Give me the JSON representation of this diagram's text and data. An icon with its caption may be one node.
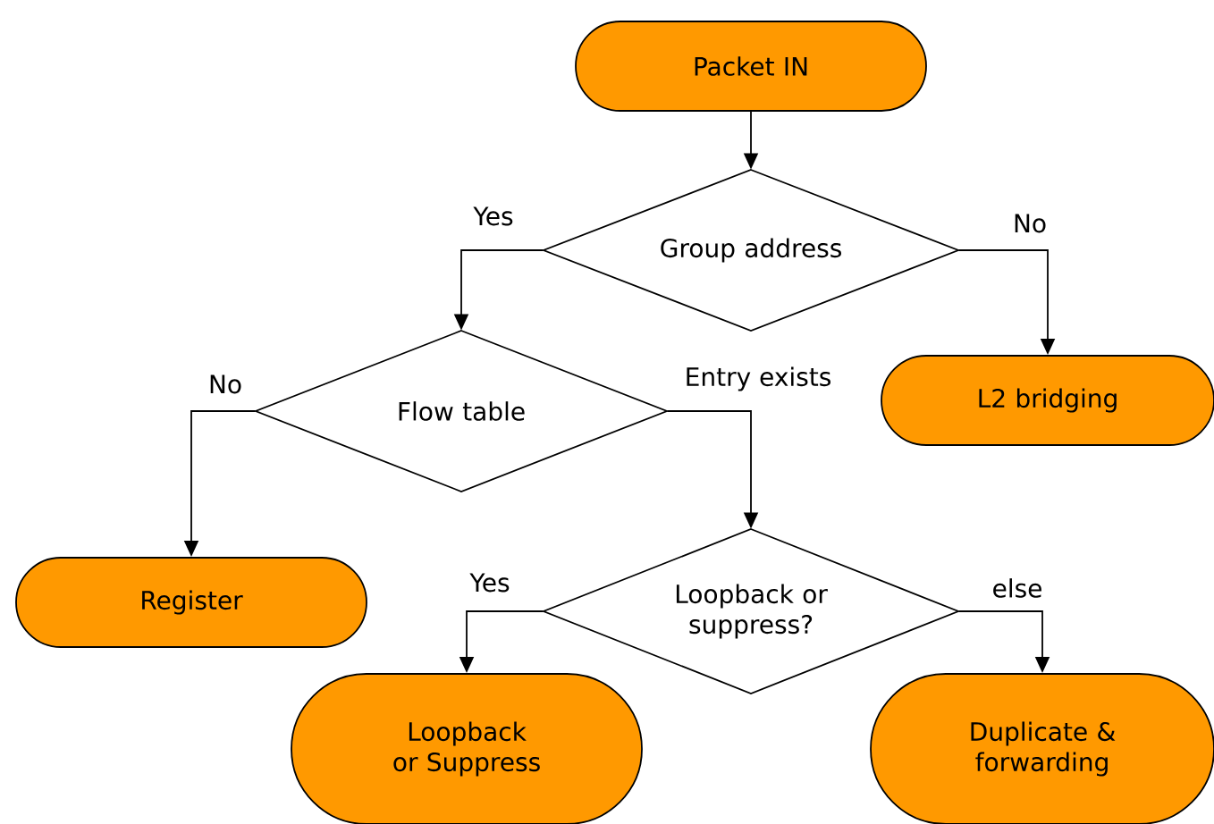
{
  "diagram": {
    "nodes": [
      {
        "text": [
          "Packet IN"
        ]
      },
      {
        "text": [
          "Group address"
        ]
      },
      {
        "text": [
          "L2 bridging"
        ]
      },
      {
        "text": [
          "Flow table"
        ]
      },
      {
        "text": [
          "Register"
        ]
      },
      {
        "text": [
          "Loopback or suppress?"
        ]
      },
      {
        "text": [
          "Loopback or Suppress"
        ]
      },
      {
        "text": [
          "Duplicate & forwarding"
        ]
      }
    ],
    "edges": [
      {
        "from": 0,
        "to": 1,
        "arrow": "to"
      },
      {
        "from": 1,
        "to": 3,
        "arrow": "to",
        "label": "Yes"
      },
      {
        "from": 1,
        "to": 2,
        "arrow": "to",
        "label": "No"
      },
      {
        "from": 3,
        "to": 4,
        "arrow": "to",
        "label": "No"
      },
      {
        "from": 3,
        "to": 5,
        "arrow": "to",
        "label": "Entry exists"
      },
      {
        "from": 5,
        "to": 6,
        "arrow": "to",
        "label": "Yes"
      },
      {
        "from": 5,
        "to": 7,
        "arrow": "to",
        "label": "else"
      }
    ]
  }
}
